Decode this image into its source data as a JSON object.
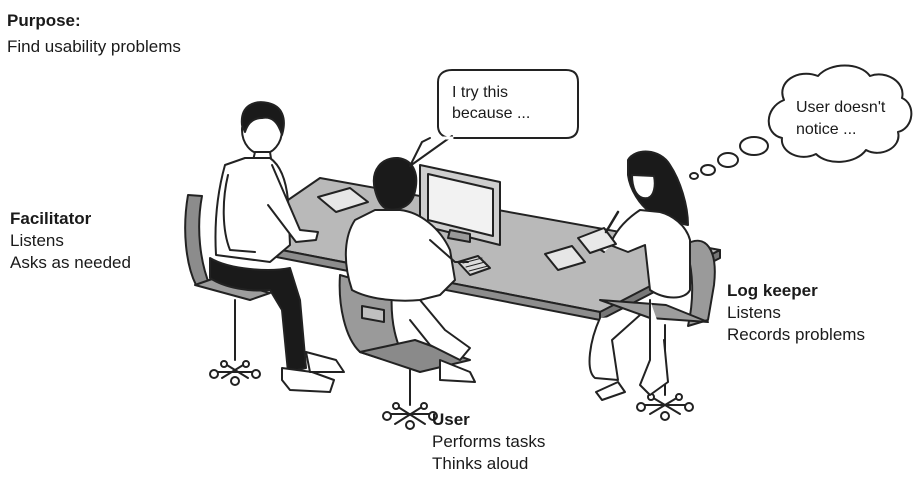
{
  "purpose": {
    "heading": "Purpose:",
    "text": "Find usability problems"
  },
  "speech_bubble": {
    "line1": "I try this",
    "line2": "because ..."
  },
  "thought_bubble": {
    "line1": "User doesn't",
    "line2": "notice ..."
  },
  "roles": {
    "facilitator": {
      "title": "Facilitator",
      "line1": "Listens",
      "line2": "Asks as needed"
    },
    "user": {
      "title": "User",
      "line1": "Performs tasks",
      "line2": "Thinks aloud"
    },
    "log_keeper": {
      "title": "Log keeper",
      "line1": "Listens",
      "line2": "Records problems"
    }
  }
}
